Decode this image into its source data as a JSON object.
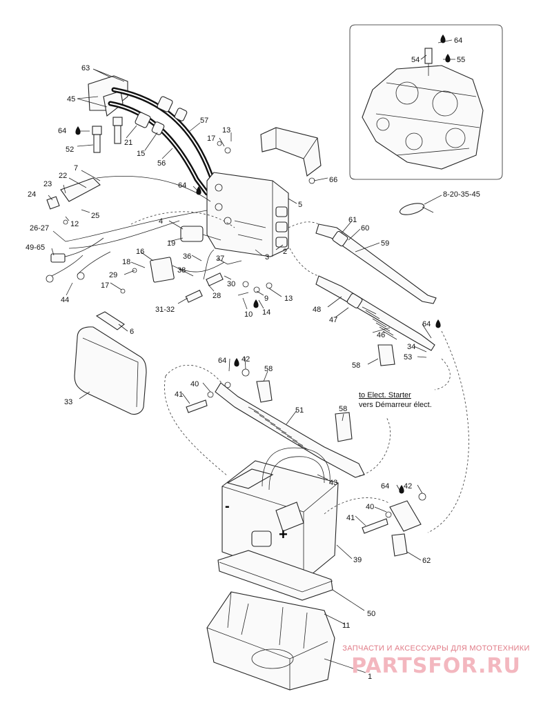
{
  "diagram": {
    "labels": {
      "l63": "63",
      "l45": "45",
      "l64a": "64",
      "l52": "52",
      "l21": "21",
      "l15": "15",
      "l56": "56",
      "l57": "57",
      "l13a": "13",
      "l17a": "17",
      "l66": "66",
      "l7": "7",
      "l22": "22",
      "l23": "23",
      "l24": "24",
      "l12": "12",
      "l25": "25",
      "l64b": "64",
      "l5": "5",
      "l4": "4",
      "l19": "19",
      "l2627": "26-27",
      "l4965": "49-65",
      "l16": "16",
      "l18": "18",
      "l36": "36",
      "l37": "37",
      "l3": "3",
      "l2": "2",
      "l38": "38",
      "l30": "30",
      "l29": "29",
      "l17b": "17",
      "l44": "44",
      "l28": "28",
      "l13b": "13",
      "l9": "9",
      "l10": "10",
      "l14": "14",
      "l3132": "31-32",
      "l6": "6",
      "l33": "33",
      "l61": "61",
      "l60": "60",
      "l59": "59",
      "l48": "48",
      "l47": "47",
      "l46": "46",
      "l64c": "64",
      "l34": "34",
      "l53": "53",
      "l58a": "58",
      "l64d": "64",
      "l42a": "42",
      "l58b": "58",
      "l40a": "40",
      "l41a": "41",
      "l51": "51",
      "l58c": "58",
      "l43": "43",
      "l64e": "64",
      "l42b": "42",
      "l40b": "40",
      "l41b": "41",
      "l39": "39",
      "l62": "62",
      "l50": "50",
      "l11": "11",
      "l1": "1",
      "l64f": "64",
      "l54": "54",
      "l55": "55",
      "l8203545": "8-20-35-45"
    },
    "starter_note_en": "to Elect. Starter",
    "starter_note_fr": "vers Démarreur élect.",
    "battery_minus": "-",
    "battery_plus": "+"
  },
  "watermark": {
    "text": "ЗАПЧАСТИ И АКСЕССУАРЫ ДЛЯ МОТОТЕХНИКИ",
    "logo": "PARTSFOR.RU"
  }
}
